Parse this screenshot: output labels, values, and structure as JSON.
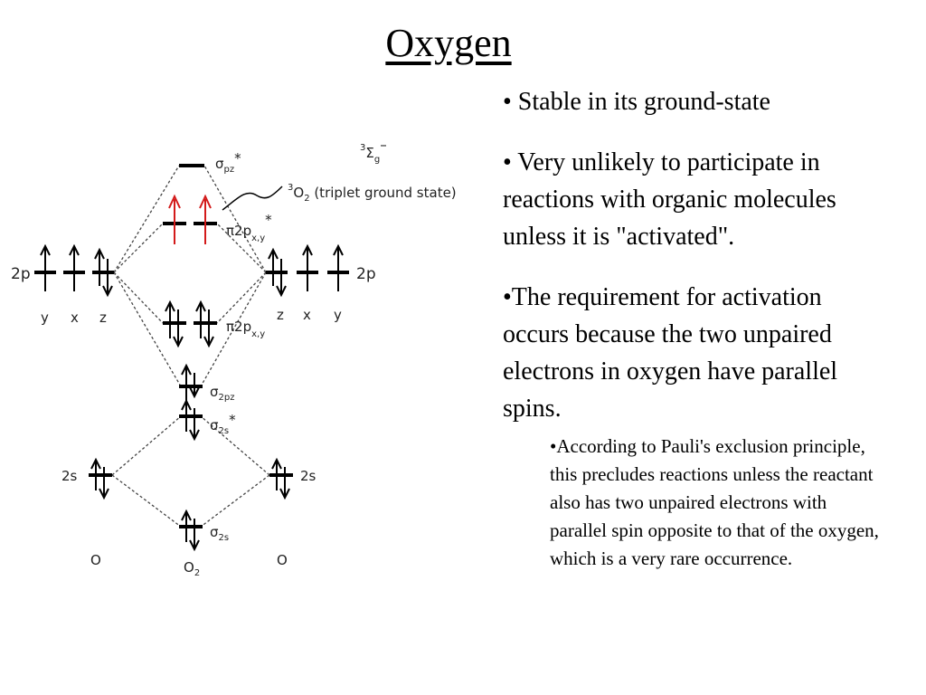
{
  "slide": {
    "title": "Oxygen",
    "bullets": [
      "• Stable in its ground-state",
      "• Very unlikely to participate in reactions with organic molecules unless it is \"activated\".",
      "•The requirement for activation occurs because the two unpaired electrons in oxygen have parallel spins."
    ],
    "sub_bullet": "•According to Pauli's exclusion principle, this precludes reactions unless the reactant also has two unpaired electrons with parallel spin opposite to that of the oxygen, which is a very rare occurrence."
  },
  "diagram": {
    "atom_2p": "2p",
    "atom_2s": "2s",
    "axes_left": [
      "y",
      "x",
      "z"
    ],
    "axes_right": [
      "z",
      "x",
      "y"
    ],
    "atom_label": "O",
    "molecule_label": "O",
    "molecule_sub": "2",
    "sigma_pz_star": {
      "base": "σ",
      "sub": "pz",
      "sup": "*"
    },
    "pi_star": {
      "base": "π",
      "main": "2p",
      "sub": "x,y",
      "sup": "*"
    },
    "pi": {
      "base": "π",
      "main": "2p",
      "sub": "x,y"
    },
    "sigma_2pz": {
      "base": "σ",
      "sub": "2pz"
    },
    "sigma_2s_star": {
      "base": "σ",
      "sub": "2s",
      "sup": "*"
    },
    "sigma_2s": {
      "base": "σ",
      "sub": "2s"
    },
    "term_symbol": {
      "pre": "3",
      "base": "Σ",
      "sub": "g",
      "sup": "–"
    },
    "triplet": {
      "pre": "3",
      "main": "O",
      "sub": "2",
      "rest": " (triplet ground state)"
    },
    "colors": {
      "unpaired_electron": "#d31a1a",
      "levels": "#000000"
    }
  }
}
